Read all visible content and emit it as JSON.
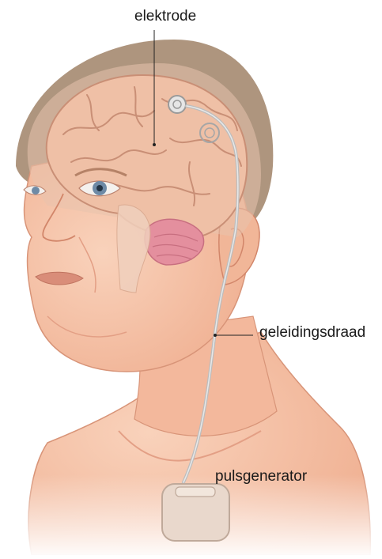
{
  "labels": {
    "electrode": "elektrode",
    "lead": "geleidingsdraad",
    "generator": "pulsgenerator"
  },
  "colors": {
    "skin": "#f6c2a6",
    "skin_shadow": "#e9a58b",
    "hair": "#a58970",
    "brain": "#efc0a6",
    "brain_fold": "#c98f76",
    "brainstem": "#f0d0bd",
    "cerebellum": "#e48f9e",
    "device": "#e9d8cc",
    "wire": "#bdbdbd",
    "eye_iris": "#6e8aa6"
  }
}
